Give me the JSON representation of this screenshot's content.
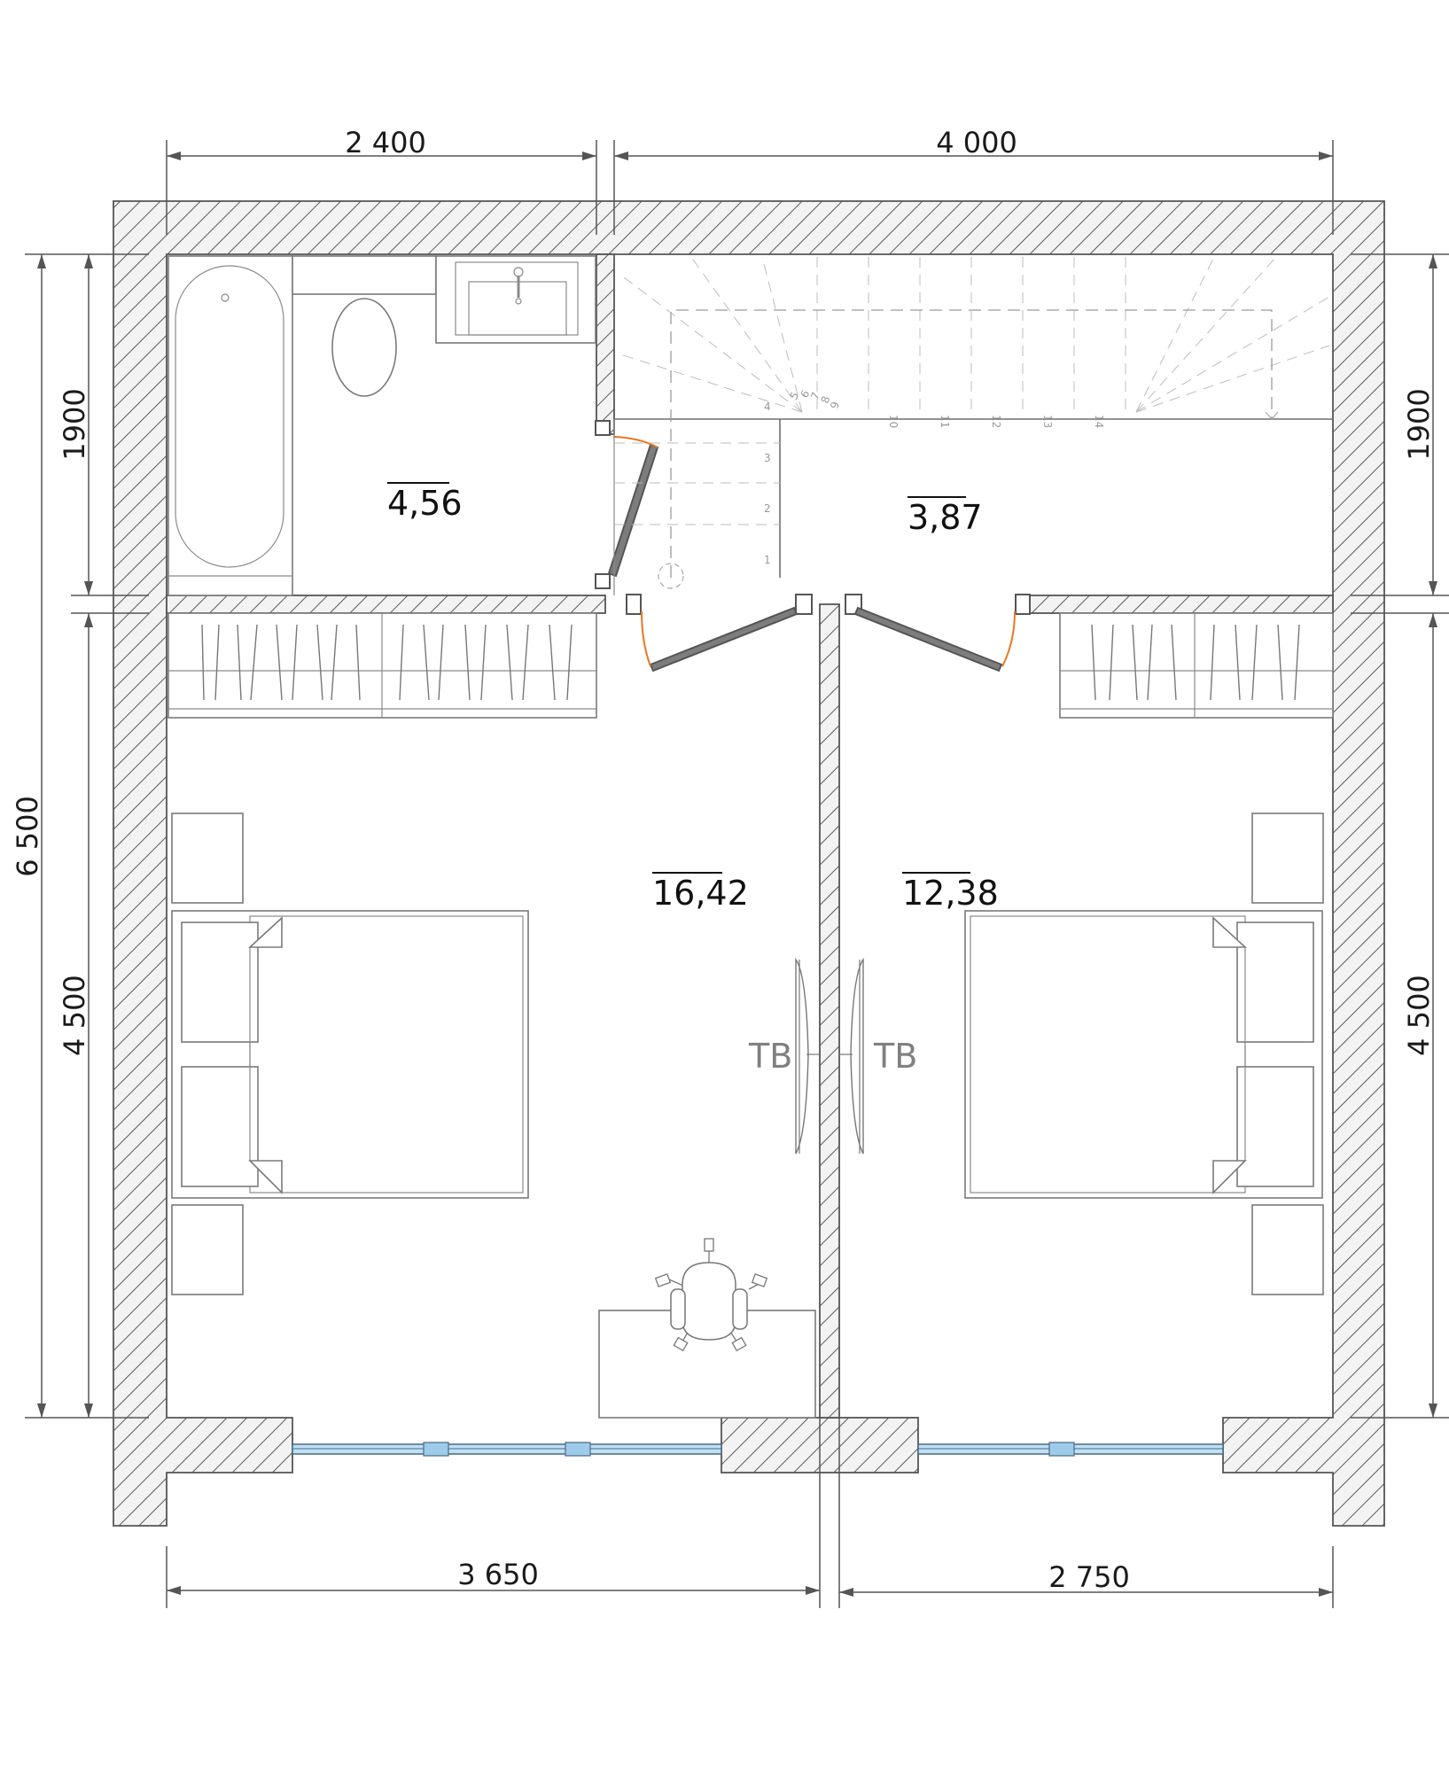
{
  "dimensions": {
    "top_left": "2 400",
    "top_right": "4 000",
    "bottom_left": "3 650",
    "bottom_right": "2 750",
    "left_total": "6 500",
    "left_upper": "1900",
    "left_lower": "4 500",
    "right_upper": "1900",
    "right_lower": "4 500"
  },
  "rooms": {
    "bathroom_area": "4,56",
    "hall_area": "3,87",
    "bedroom_left_area": "16,42",
    "bedroom_right_area": "12,38"
  },
  "tv_labels": {
    "left": "ТВ",
    "right": "ТВ"
  },
  "stair_steps": [
    "1",
    "2",
    "3",
    "4",
    "5",
    "6",
    "7",
    "8",
    "9",
    "10",
    "11",
    "12",
    "13",
    "14"
  ],
  "colors": {
    "wall_hatch": "#555555",
    "door_swing": "#e87722",
    "window_glass": "#bfe0f5"
  }
}
